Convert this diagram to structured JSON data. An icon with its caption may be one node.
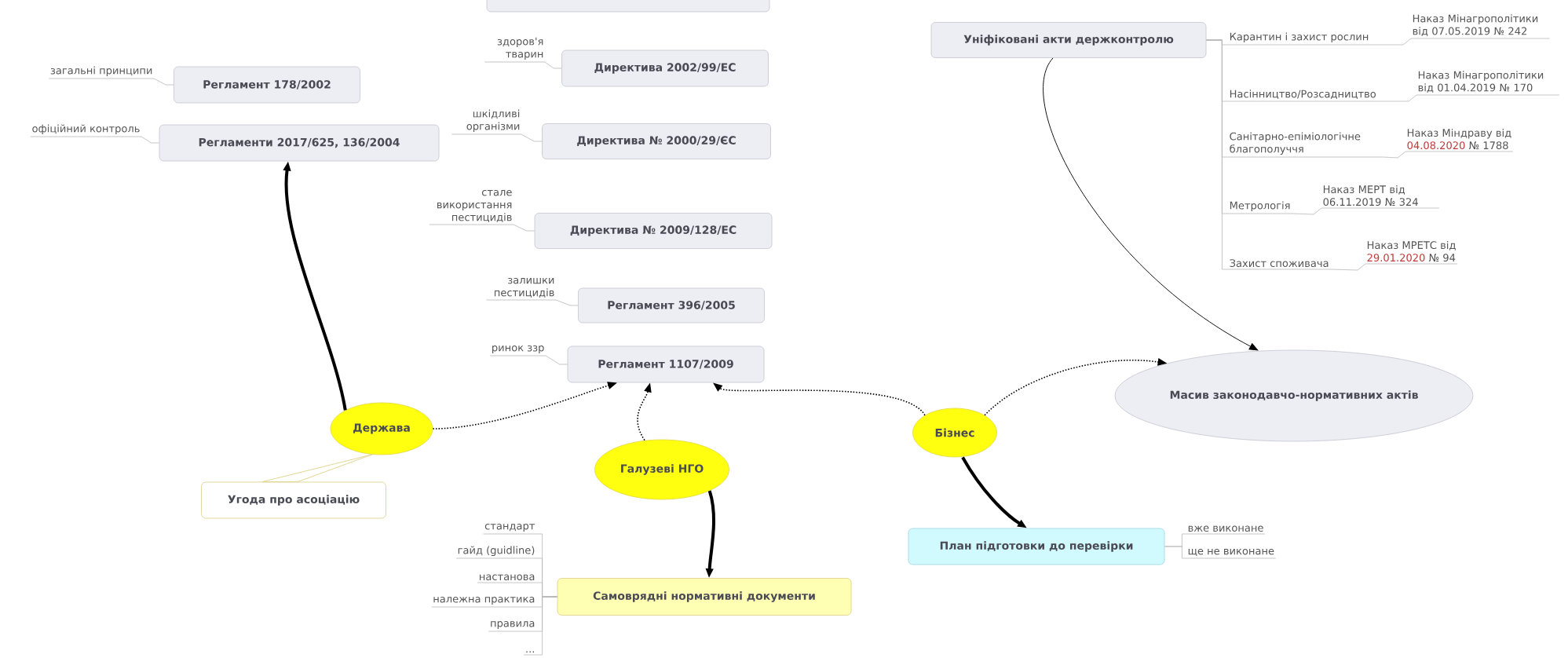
{
  "diagram": {
    "nodes": [
      {
        "text": [],
        "shape": "box"
      },
      {
        "text": [
          "Уніфіковані акти держконтролю"
        ]
      },
      {
        "text": [
          "Карантин і захист рослин"
        ]
      },
      {
        "text": [
          "Наказ Мінагрополітики від 07.05.2019 № 242"
        ]
      },
      {
        "text": [
          "здоров'я тварин"
        ]
      },
      {
        "text": [
          "Директива 2002/99/ЕС"
        ]
      },
      {
        "text": [
          "загальні принципи"
        ]
      },
      {
        "text": [
          "Регламент 178/2002"
        ]
      },
      {
        "text": [
          "Насінництво/Розсадництво"
        ]
      },
      {
        "text": [
          "Наказ Мінагрополітики від 01.04.2019 № 170"
        ]
      },
      {
        "text": [
          "офіційний контроль"
        ]
      },
      {
        "text": [
          "Регламенти 2017/625, 136/2004"
        ]
      },
      {
        "text": [
          "шкідливі організми"
        ]
      },
      {
        "text": [
          "Директива № 2000/29/ЄС"
        ]
      },
      {
        "text": [
          "Санітарно-епіміологічне благополуччя"
        ]
      },
      {
        "text": [
          "Наказ Міндраву від",
          "04.08.2020",
          "№ 1788"
        ]
      },
      {
        "text": [
          "Метрологія"
        ]
      },
      {
        "text": [
          "Наказ МЕРТ від 06.11.2019 № 324"
        ]
      },
      {
        "text": [
          "стале використання пестицидів"
        ]
      },
      {
        "text": [
          "Директива № 2009/128/ЕС"
        ]
      },
      {
        "text": [
          "Захист споживача"
        ]
      },
      {
        "text": [
          "Наказ МРЕТС від",
          "29.01.2020",
          "№ 94"
        ]
      },
      {
        "text": [
          "залишки пестицидів"
        ]
      },
      {
        "text": [
          "Регламент 396/2005"
        ]
      },
      {
        "text": [
          "ринок ззр"
        ]
      },
      {
        "text": [
          "Регламент 1107/2009"
        ]
      },
      {
        "text": [
          "Масив законодавчо-нормативних актів"
        ]
      },
      {
        "text": [
          "Держава"
        ]
      },
      {
        "text": [
          "Бізнес"
        ]
      },
      {
        "text": [
          "Галузеві НГО"
        ]
      },
      {
        "text": [
          "Угода про асоціацію"
        ]
      },
      {
        "text": [
          "вже виконане"
        ]
      },
      {
        "text": [
          "стандарт"
        ]
      },
      {
        "text": [
          "ще не виконане"
        ]
      },
      {
        "text": [
          "гайд (guidline)"
        ]
      },
      {
        "text": [
          "настанова"
        ]
      },
      {
        "text": [
          "План підготовки до перевірки"
        ]
      },
      {
        "text": [
          "належна практика"
        ]
      },
      {
        "text": [
          "Самоврядні нормативні документи"
        ]
      },
      {
        "text": [
          "правила"
        ]
      },
      {
        "text": [
          "..."
        ]
      }
    ],
    "edges": [
      {
        "from": 27,
        "to": 11,
        "arrow": "to",
        "style": "thick",
        "color": "#000000"
      },
      {
        "from": 27,
        "to": 25,
        "arrow": "to",
        "style": "dashed",
        "color": "#000000"
      },
      {
        "from": 29,
        "to": 25,
        "arrow": "to",
        "style": "dashed",
        "color": "#000000"
      },
      {
        "from": 28,
        "to": 25,
        "arrow": "to",
        "style": "dashed",
        "color": "#000000"
      },
      {
        "from": 28,
        "to": 26,
        "arrow": "to",
        "style": "dashed",
        "color": "#000000"
      },
      {
        "from": 1,
        "to": 26,
        "arrow": "to",
        "color": "#000000"
      },
      {
        "from": 29,
        "to": 38,
        "arrow": "to",
        "style": "thick",
        "color": "#000000"
      },
      {
        "from": 28,
        "to": 36,
        "arrow": "to",
        "style": "thick",
        "color": "#000000"
      },
      {
        "from": 27,
        "to": 30,
        "arrow": "none",
        "color": "#e0d48c"
      },
      {
        "from": 7,
        "to": 6,
        "arrow": "none"
      },
      {
        "from": 11,
        "to": 10,
        "arrow": "none"
      },
      {
        "from": 5,
        "to": 4,
        "arrow": "none"
      },
      {
        "from": 13,
        "to": 12,
        "arrow": "none"
      },
      {
        "from": 19,
        "to": 18,
        "arrow": "none"
      },
      {
        "from": 23,
        "to": 22,
        "arrow": "none"
      },
      {
        "from": 25,
        "to": 24,
        "arrow": "none"
      },
      {
        "from": 1,
        "to": 2,
        "arrow": "none"
      },
      {
        "from": 1,
        "to": 8,
        "arrow": "none"
      },
      {
        "from": 1,
        "to": 14,
        "arrow": "none"
      },
      {
        "from": 1,
        "to": 16,
        "arrow": "none"
      },
      {
        "from": 1,
        "to": 20,
        "arrow": "none"
      },
      {
        "from": 2,
        "to": 3,
        "arrow": "none"
      },
      {
        "from": 8,
        "to": 9,
        "arrow": "none"
      },
      {
        "from": 14,
        "to": 15,
        "arrow": "none"
      },
      {
        "from": 16,
        "to": 17,
        "arrow": "none"
      },
      {
        "from": 20,
        "to": 21,
        "arrow": "none"
      },
      {
        "from": 38,
        "to": 32,
        "arrow": "none"
      },
      {
        "from": 38,
        "to": 34,
        "arrow": "none"
      },
      {
        "from": 38,
        "to": 35,
        "arrow": "none"
      },
      {
        "from": 38,
        "to": 37,
        "arrow": "none"
      },
      {
        "from": 38,
        "to": 39,
        "arrow": "none"
      },
      {
        "from": 38,
        "to": 40,
        "arrow": "none"
      },
      {
        "from": 36,
        "to": 31,
        "arrow": "none"
      },
      {
        "from": 36,
        "to": 33,
        "arrow": "none"
      }
    ]
  }
}
